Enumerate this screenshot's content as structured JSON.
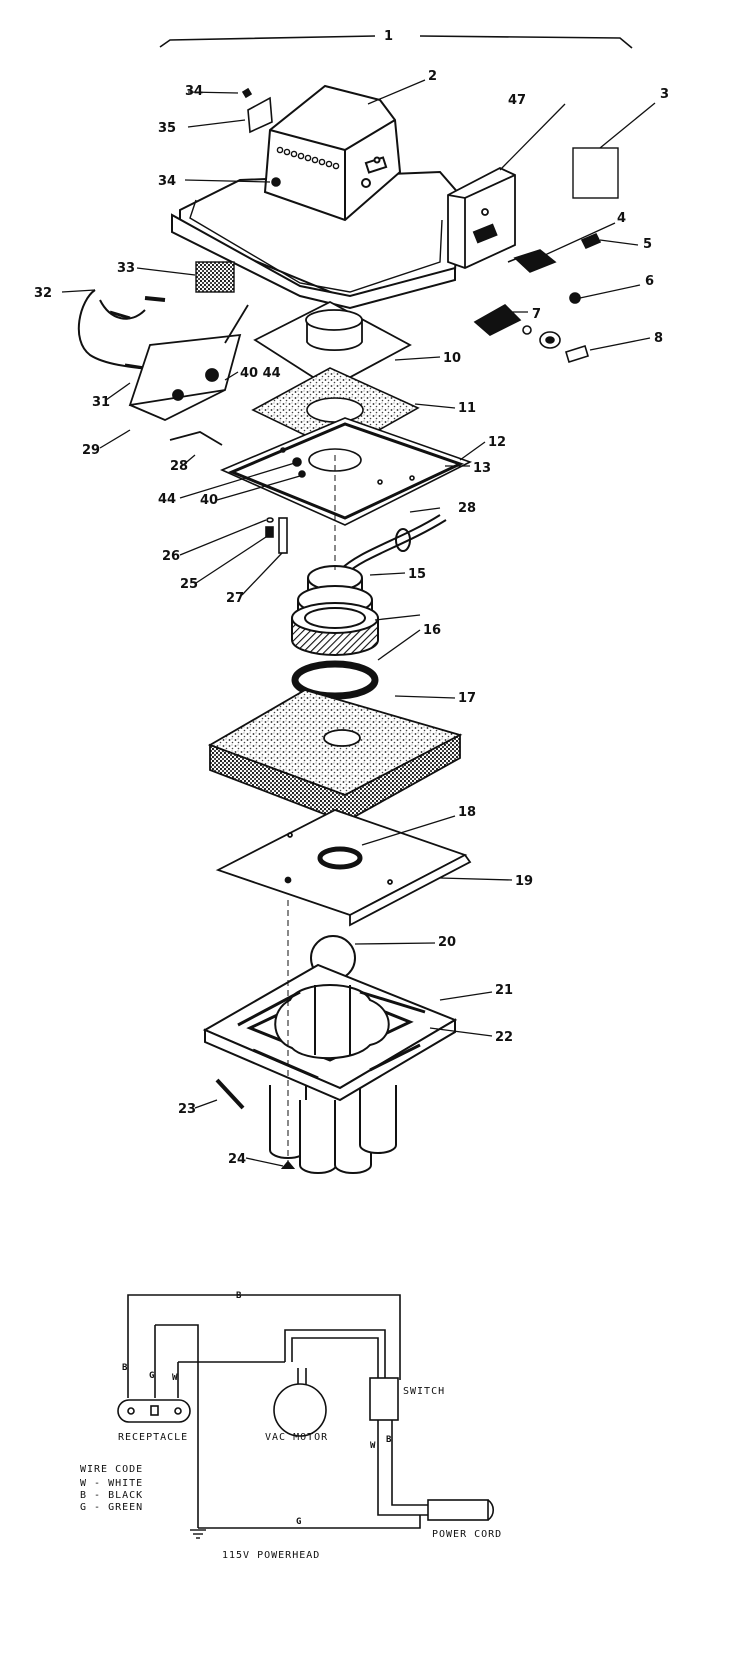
{
  "parts": [
    {
      "id": "p1",
      "num": "1"
    },
    {
      "id": "p2",
      "num": "2"
    },
    {
      "id": "p3",
      "num": "3"
    },
    {
      "id": "p4",
      "num": "4"
    },
    {
      "id": "p5",
      "num": "5"
    },
    {
      "id": "p6",
      "num": "6"
    },
    {
      "id": "p7",
      "num": "7"
    },
    {
      "id": "p8",
      "num": "8"
    },
    {
      "id": "p10",
      "num": "10"
    },
    {
      "id": "p11",
      "num": "11"
    },
    {
      "id": "p12",
      "num": "12"
    },
    {
      "id": "p13",
      "num": "13"
    },
    {
      "id": "p15",
      "num": "15"
    },
    {
      "id": "p16",
      "num": "16"
    },
    {
      "id": "p17",
      "num": "17"
    },
    {
      "id": "p18",
      "num": "18"
    },
    {
      "id": "p19",
      "num": "19"
    },
    {
      "id": "p20",
      "num": "20"
    },
    {
      "id": "p21",
      "num": "21"
    },
    {
      "id": "p22",
      "num": "22"
    },
    {
      "id": "p23",
      "num": "23"
    },
    {
      "id": "p24",
      "num": "24"
    },
    {
      "id": "p25",
      "num": "25"
    },
    {
      "id": "p26",
      "num": "26"
    },
    {
      "id": "p27",
      "num": "27"
    },
    {
      "id": "p28a",
      "num": "28"
    },
    {
      "id": "p28b",
      "num": "28"
    },
    {
      "id": "p29",
      "num": "29"
    },
    {
      "id": "p31",
      "num": "31"
    },
    {
      "id": "p32",
      "num": "32"
    },
    {
      "id": "p33",
      "num": "33"
    },
    {
      "id": "p34a",
      "num": "34"
    },
    {
      "id": "p34b",
      "num": "34"
    },
    {
      "id": "p35",
      "num": "35"
    },
    {
      "id": "p40",
      "num": "40"
    },
    {
      "id": "p4044",
      "num": "40 44"
    },
    {
      "id": "p44",
      "num": "44"
    },
    {
      "id": "p47",
      "num": "47"
    }
  ],
  "wiring": {
    "wire_top": "B",
    "receptacle_wires": [
      "B",
      "G",
      "W"
    ],
    "switch_wires": [
      "W",
      "B"
    ],
    "ground_wire": "G",
    "receptacle_label": "RECEPTACLE",
    "motor_label": "VAC MOTOR",
    "switch_label": "SWITCH",
    "power_cord_label": "POWER CORD",
    "powerhead_label": "115V POWERHEAD",
    "wire_code_title": "WIRE CODE",
    "wire_code": [
      "W - WHITE",
      "B - BLACK",
      "G - GREEN"
    ]
  }
}
